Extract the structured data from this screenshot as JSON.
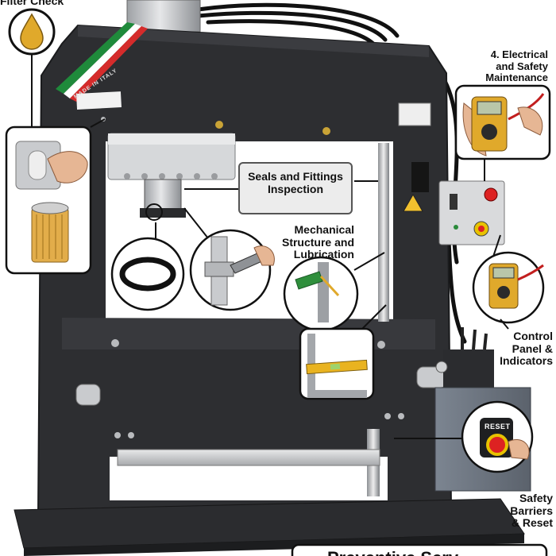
{
  "labels": {
    "filter_check": "Filter Check",
    "electrical": "4. Electrical\nand Safety\nMaintenance",
    "seals": "Seals and Fittings\nInspection",
    "mechanical": "Mechanical\nStructure and\nLubrication",
    "control_panel": "Control\nPanel &\nIndicators",
    "safety": "Safety\nBarriers\n& Reset",
    "bottom_title": "Preventive Serv"
  },
  "panel": {
    "reset_text": "RESET"
  },
  "colors": {
    "frame": "#2d2e31",
    "frame_edge": "#1a1b1d",
    "cylinder": "#cfd1d3",
    "flag_green": "#1f8a3b",
    "flag_red": "#d52b2b",
    "tank": "#6f7783",
    "oil": "#e0a92b",
    "warning": "#f2c12e"
  }
}
